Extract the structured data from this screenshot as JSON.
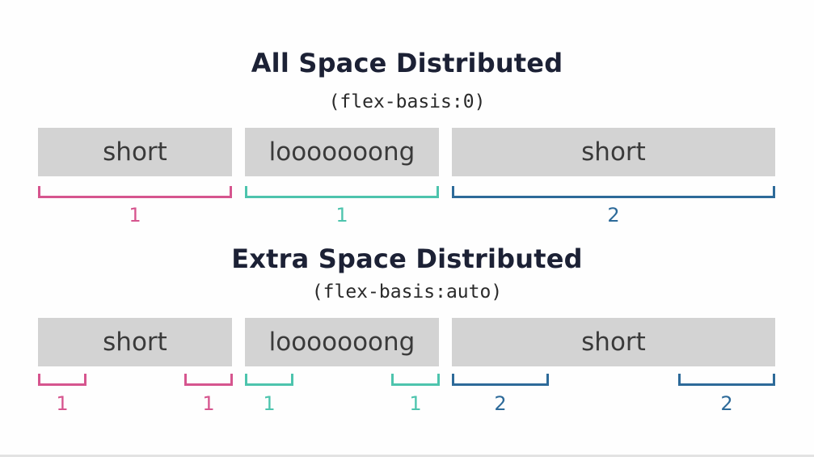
{
  "colors": {
    "pink": "#d6558e",
    "teal": "#4dc4ad",
    "blue": "#2d6a99",
    "box": "#d3d3d3",
    "title": "#1c2135"
  },
  "top": {
    "title": "All Space Distributed",
    "subtitle": "(flex-basis:0)",
    "items": [
      {
        "label": "short",
        "color": "pink",
        "grow": "1"
      },
      {
        "label": "looooooong",
        "color": "teal",
        "grow": "1"
      },
      {
        "label": "short",
        "color": "blue",
        "grow": "2"
      }
    ]
  },
  "bottom": {
    "title": "Extra Space Distributed",
    "subtitle": "(flex-basis:auto)",
    "items": [
      {
        "label": "short",
        "color": "pink",
        "grow": "1"
      },
      {
        "label": "looooooong",
        "color": "teal",
        "grow": "1"
      },
      {
        "label": "short",
        "color": "blue",
        "grow": "2"
      }
    ]
  }
}
